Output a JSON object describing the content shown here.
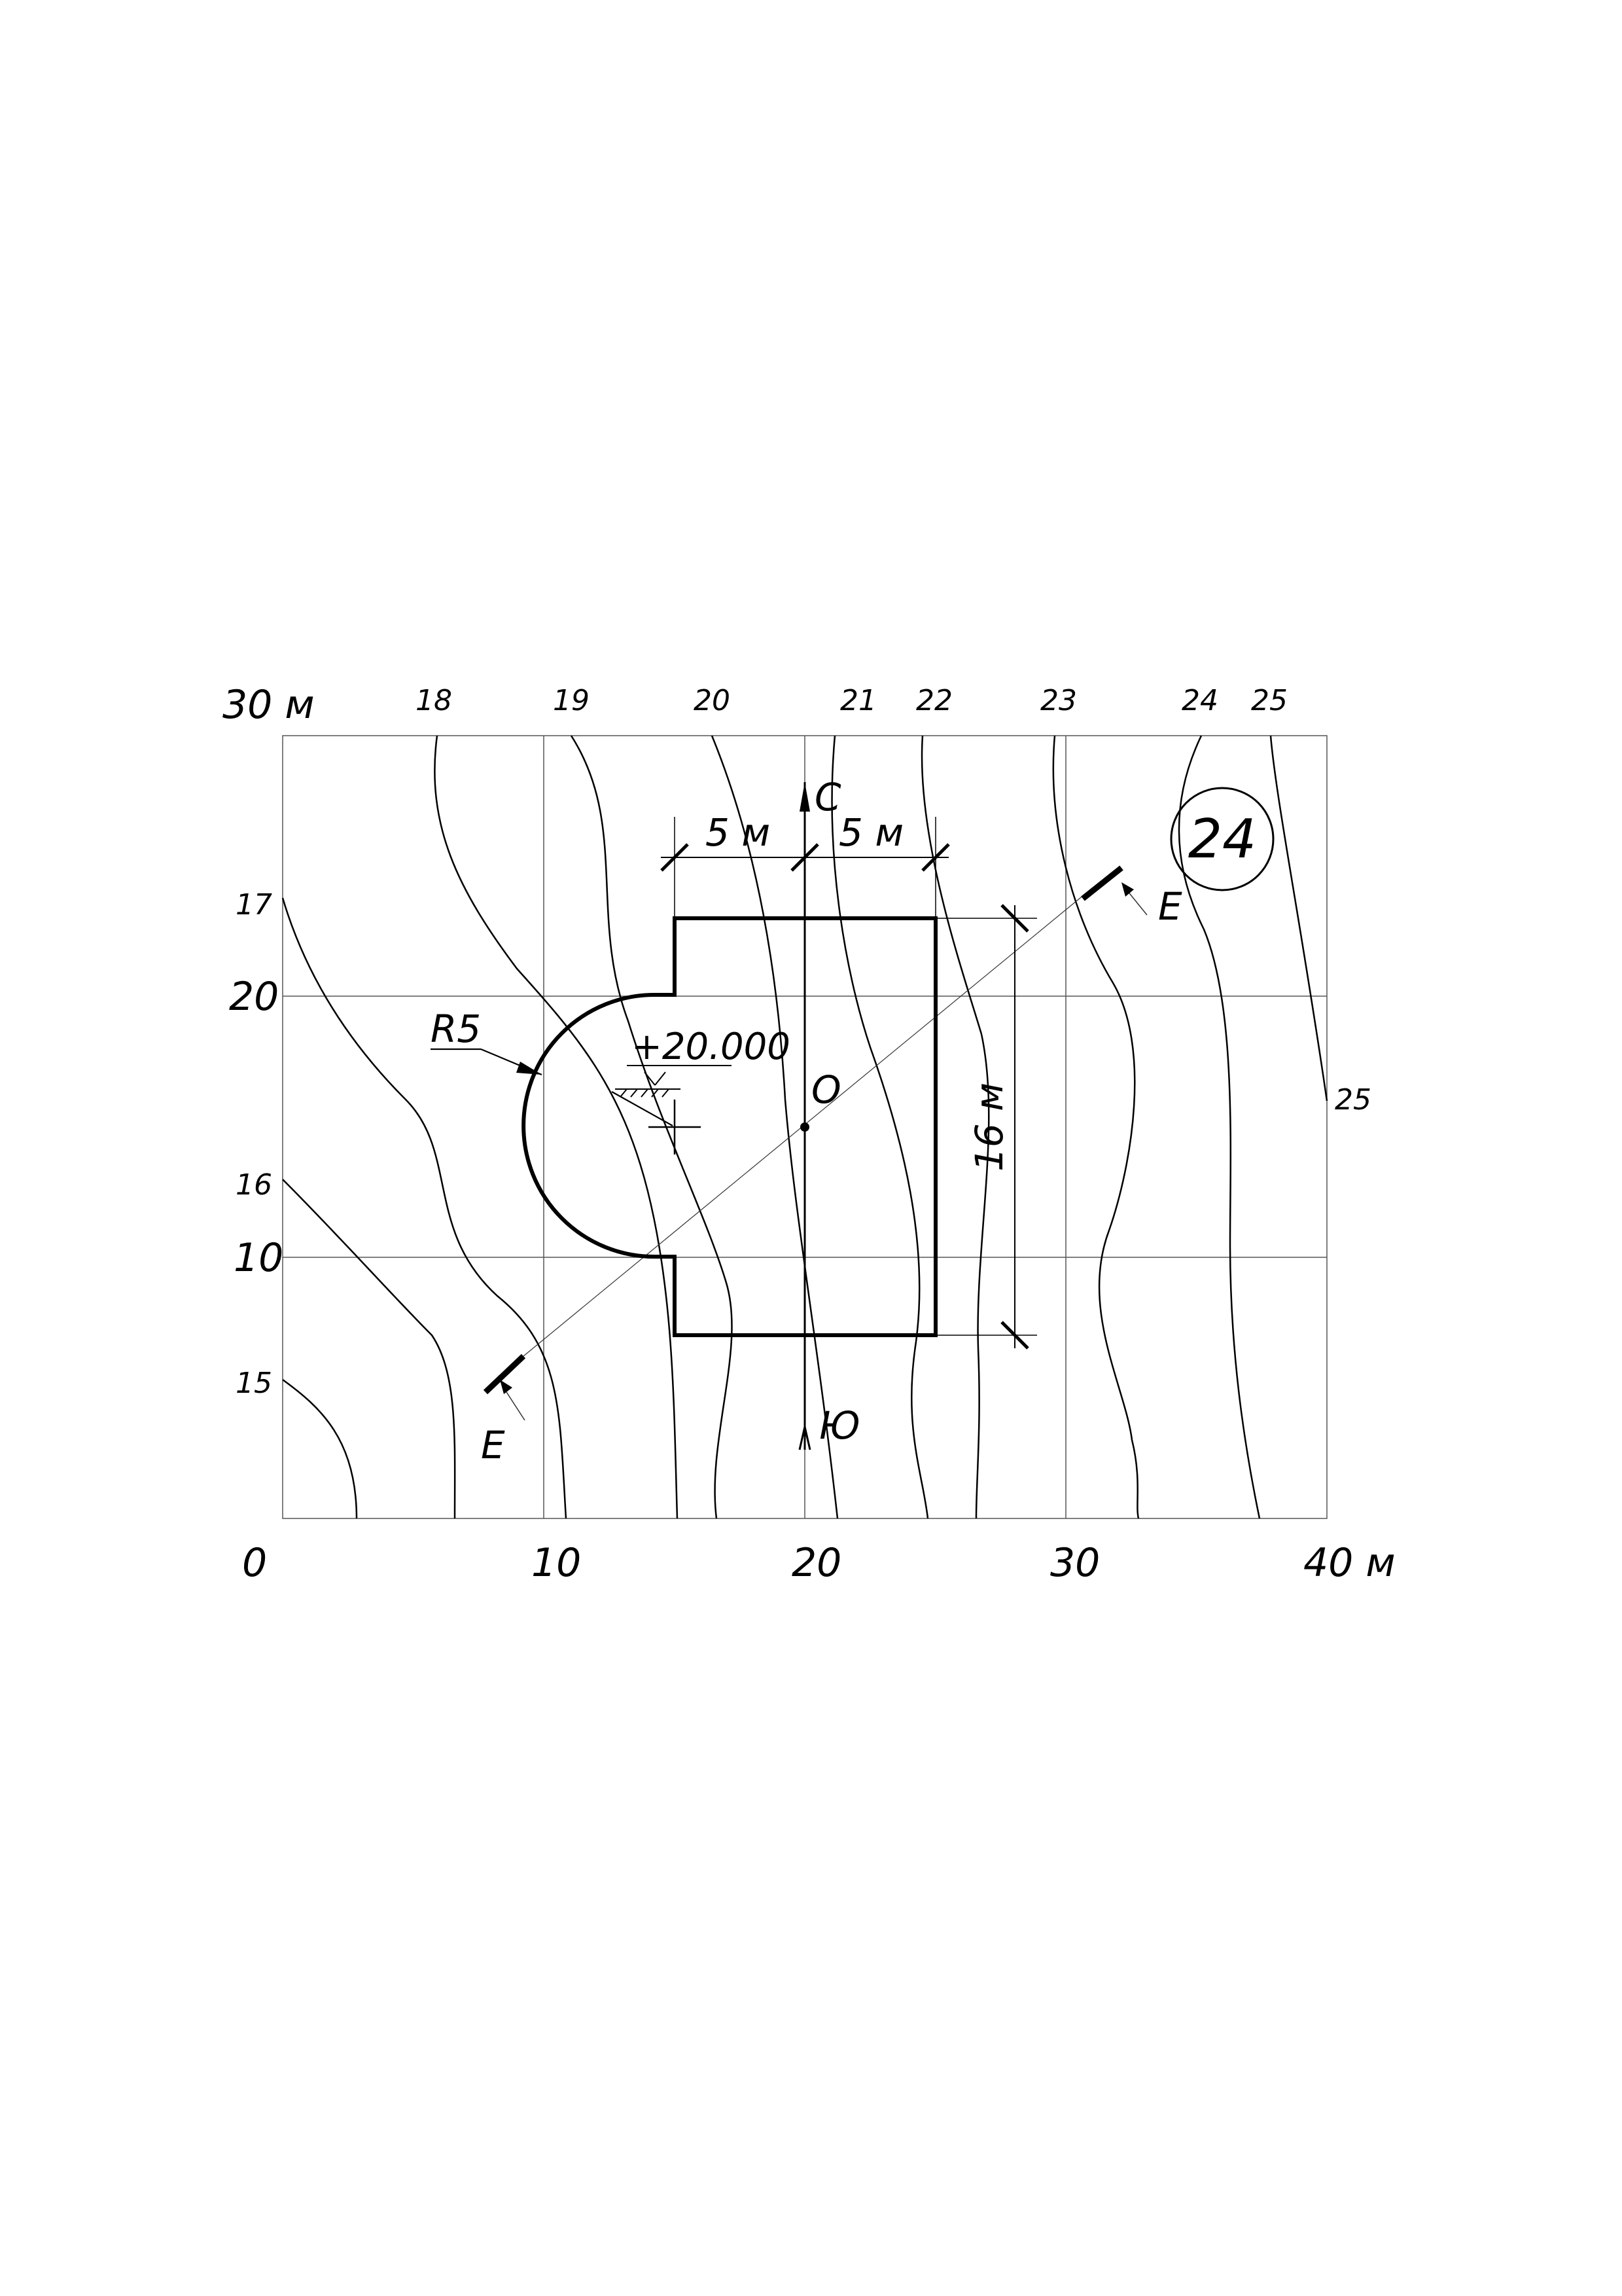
{
  "drawing": {
    "sheet_number": "24",
    "axis": {
      "x_ticks": [
        "0",
        "10",
        "20",
        "30",
        "40 м"
      ],
      "y_ticks": [
        "10",
        "20",
        "30 м"
      ]
    },
    "contours": {
      "top_labels": [
        "18",
        "19",
        "20",
        "21",
        "22",
        "23",
        "24",
        "25"
      ],
      "left_labels": [
        "17",
        "16",
        "15"
      ],
      "right_labels": [
        "25"
      ]
    },
    "dimensions": {
      "width_left": "5 м",
      "width_right": "5 м",
      "height": "16 м",
      "radius": "R5"
    },
    "elevation_mark": "+20.000",
    "center_label": "O",
    "north_label": "С",
    "south_label": "Ю",
    "section_label_start": "Е",
    "section_label_end": "Е"
  }
}
